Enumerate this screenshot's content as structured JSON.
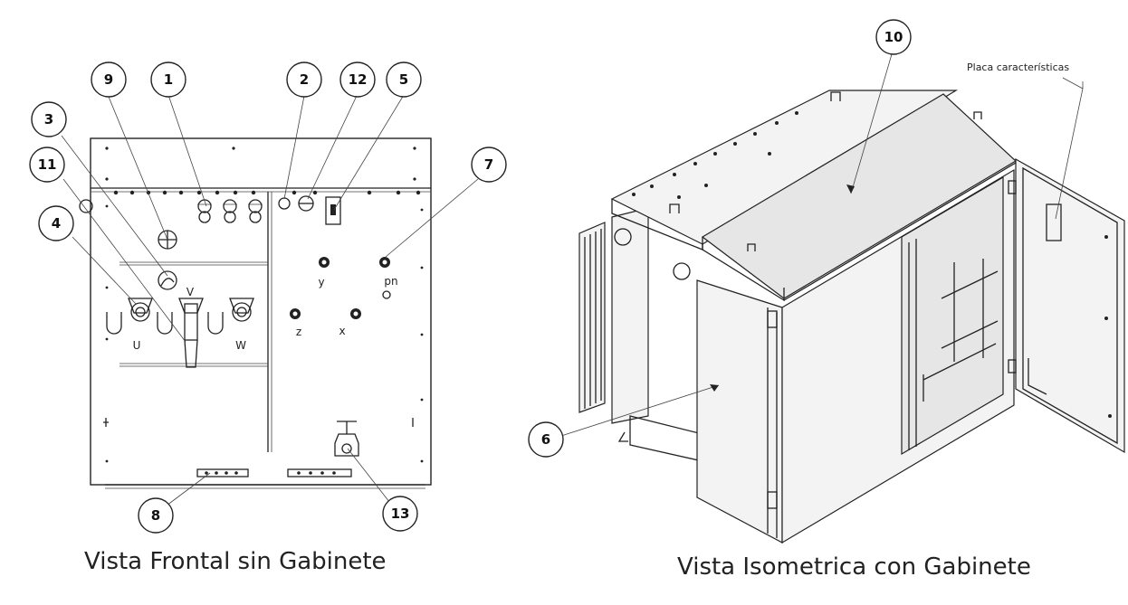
{
  "captions": {
    "front": "Vista Frontal sin Gabinete",
    "isometric": "Vista Isometrica con Gabinete"
  },
  "annotations": {
    "nameplate": "Placa características"
  },
  "front_callouts": [
    "9",
    "1",
    "2",
    "12",
    "5",
    "3",
    "11",
    "4",
    "7",
    "8",
    "13"
  ],
  "iso_callouts": [
    "10",
    "6"
  ],
  "terminal_labels": {
    "u": "U",
    "v": "V",
    "w": "W",
    "y": "y",
    "pn": "pn",
    "z": "z",
    "x": "x"
  }
}
